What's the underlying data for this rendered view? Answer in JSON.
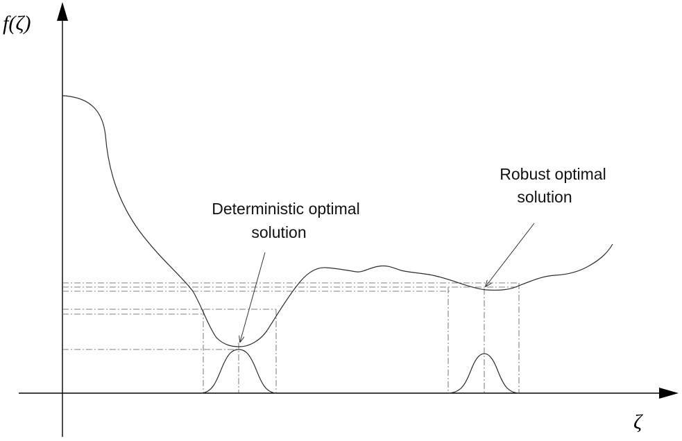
{
  "axes": {
    "y_label": "f(ζ)",
    "x_label": "ζ"
  },
  "annotations": {
    "deterministic": {
      "line1": "Deterministic optimal",
      "line2": "solution"
    },
    "robust": {
      "line1": "Robust optimal",
      "line2": "solution"
    }
  },
  "colors": {
    "ink": "#000000",
    "guide": "#555555"
  }
}
